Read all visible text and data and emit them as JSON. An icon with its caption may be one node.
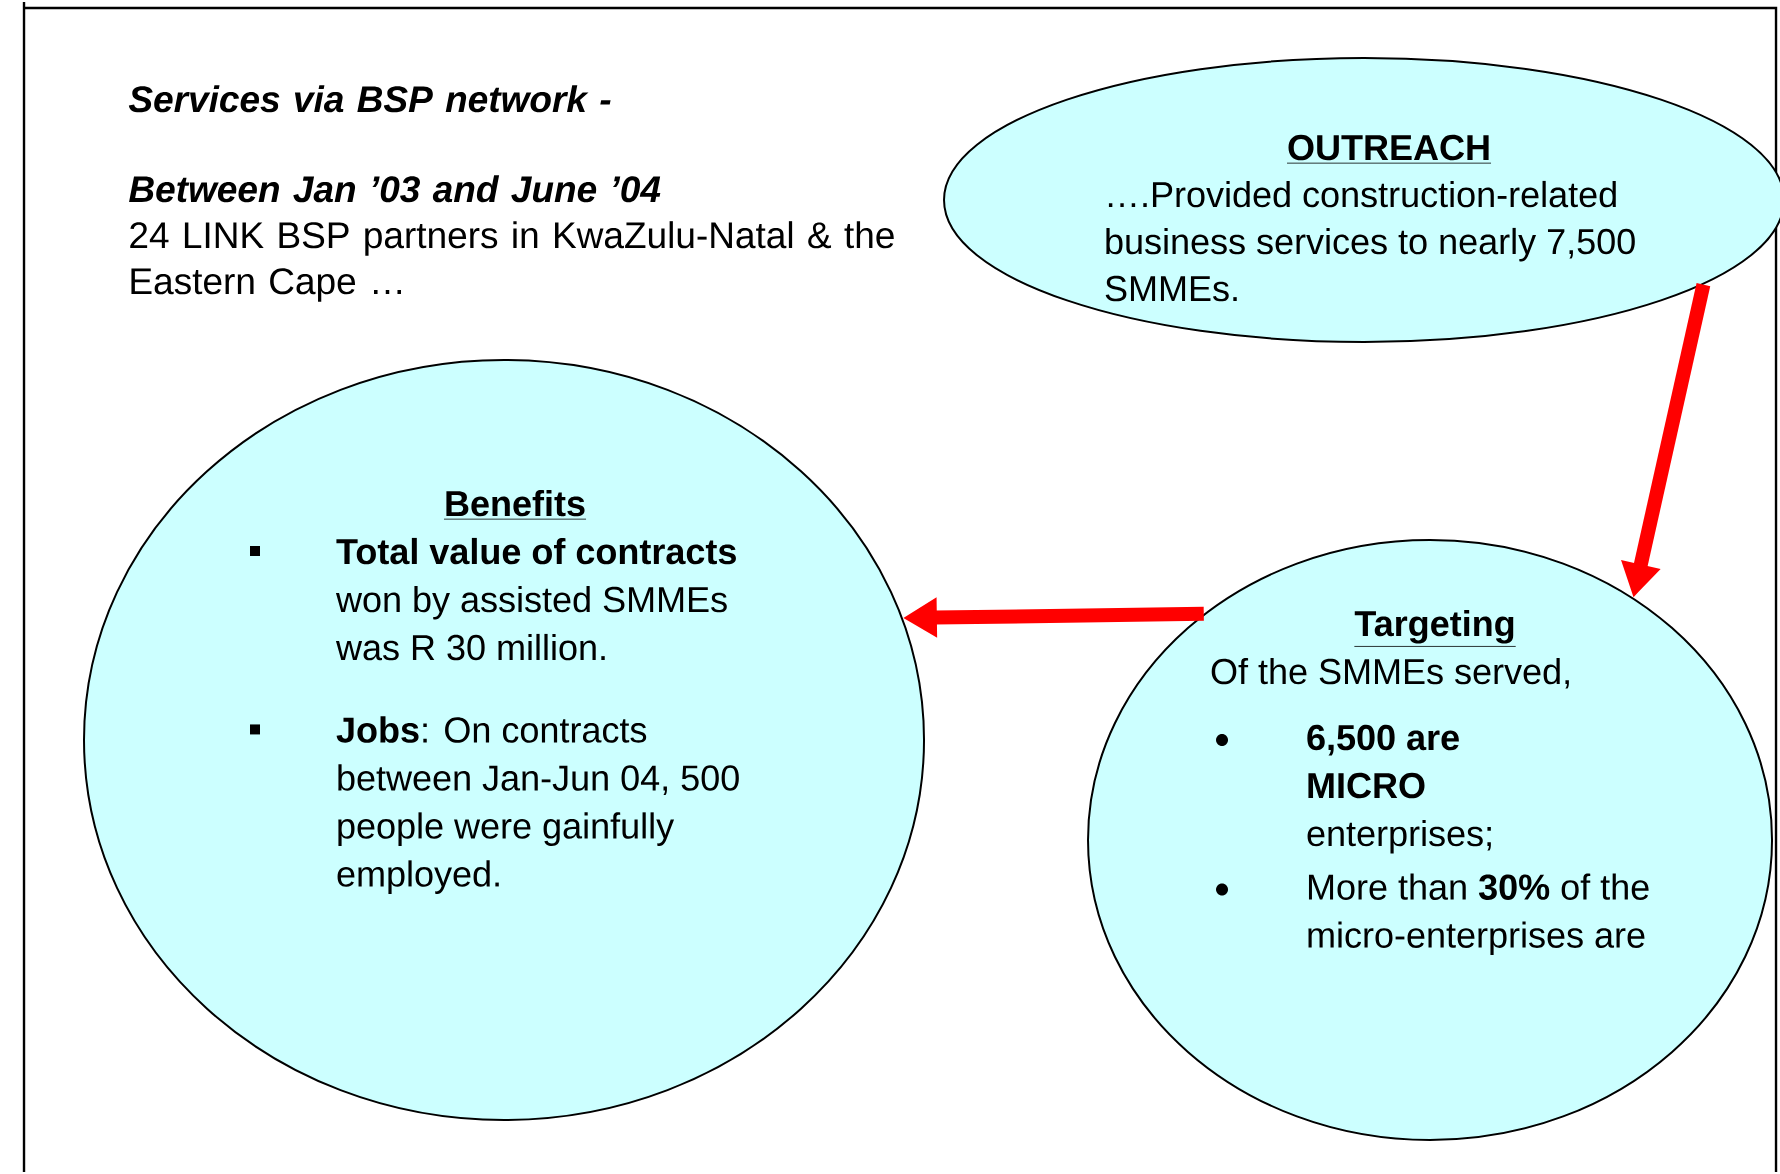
{
  "diagram": {
    "nodes": [
      {
        "text": [
          "OUTREACH",
          "….Provided construction-related business services to nearly 7,500 SMMEs."
        ]
      },
      {
        "text": [
          "Targeting",
          "Of the SMMEs served,",
          "**6,500 are MICRO** enterprises;",
          "More than **30%** of the micro-enterprises are"
        ]
      },
      {
        "text": [
          "Benefits",
          "**Total value of contracts** won by assisted SMMEs was R 30 million.",
          "**Jobs**: On contracts between Jan-Jun 04, 500 people were gainfully employed."
        ]
      }
    ],
    "edges": [
      {
        "from": 0,
        "to": 1,
        "arrow": "to"
      },
      {
        "from": 1,
        "to": 2,
        "arrow": "to"
      }
    ],
    "labels": [
      "Services via BSP network -",
      "Between Jan ’03 and June ’04",
      "24 LINK BSP partners in KwaZulu-Natal & the Eastern Cape …"
    ]
  }
}
